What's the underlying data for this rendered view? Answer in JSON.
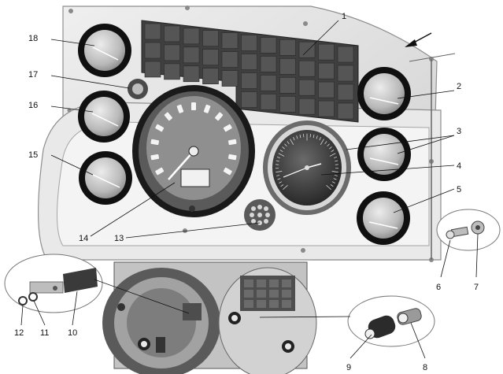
{
  "callouts": [
    {
      "id": "1",
      "label": "1"
    },
    {
      "id": "2",
      "label": "2"
    },
    {
      "id": "3",
      "label": "3"
    },
    {
      "id": "4",
      "label": "4"
    },
    {
      "id": "5",
      "label": "5"
    },
    {
      "id": "6",
      "label": "6"
    },
    {
      "id": "7",
      "label": "7"
    },
    {
      "id": "8",
      "label": "8"
    },
    {
      "id": "9",
      "label": "9"
    },
    {
      "id": "10",
      "label": "10"
    },
    {
      "id": "11",
      "label": "11"
    },
    {
      "id": "12",
      "label": "12"
    },
    {
      "id": "13",
      "label": "13"
    },
    {
      "id": "14",
      "label": "14"
    },
    {
      "id": "15",
      "label": "15"
    },
    {
      "id": "16",
      "label": "16"
    },
    {
      "id": "17",
      "label": "17"
    },
    {
      "id": "18",
      "label": "18"
    }
  ],
  "colors": {
    "panel": "#e4e4e4",
    "panel_edge": "#9a9a9a",
    "gauge_bezel": "#101010",
    "gauge_face": "#c8c8c8",
    "warning_grid": "#3a3a3a",
    "inset_bg": "#b8b8b8"
  }
}
